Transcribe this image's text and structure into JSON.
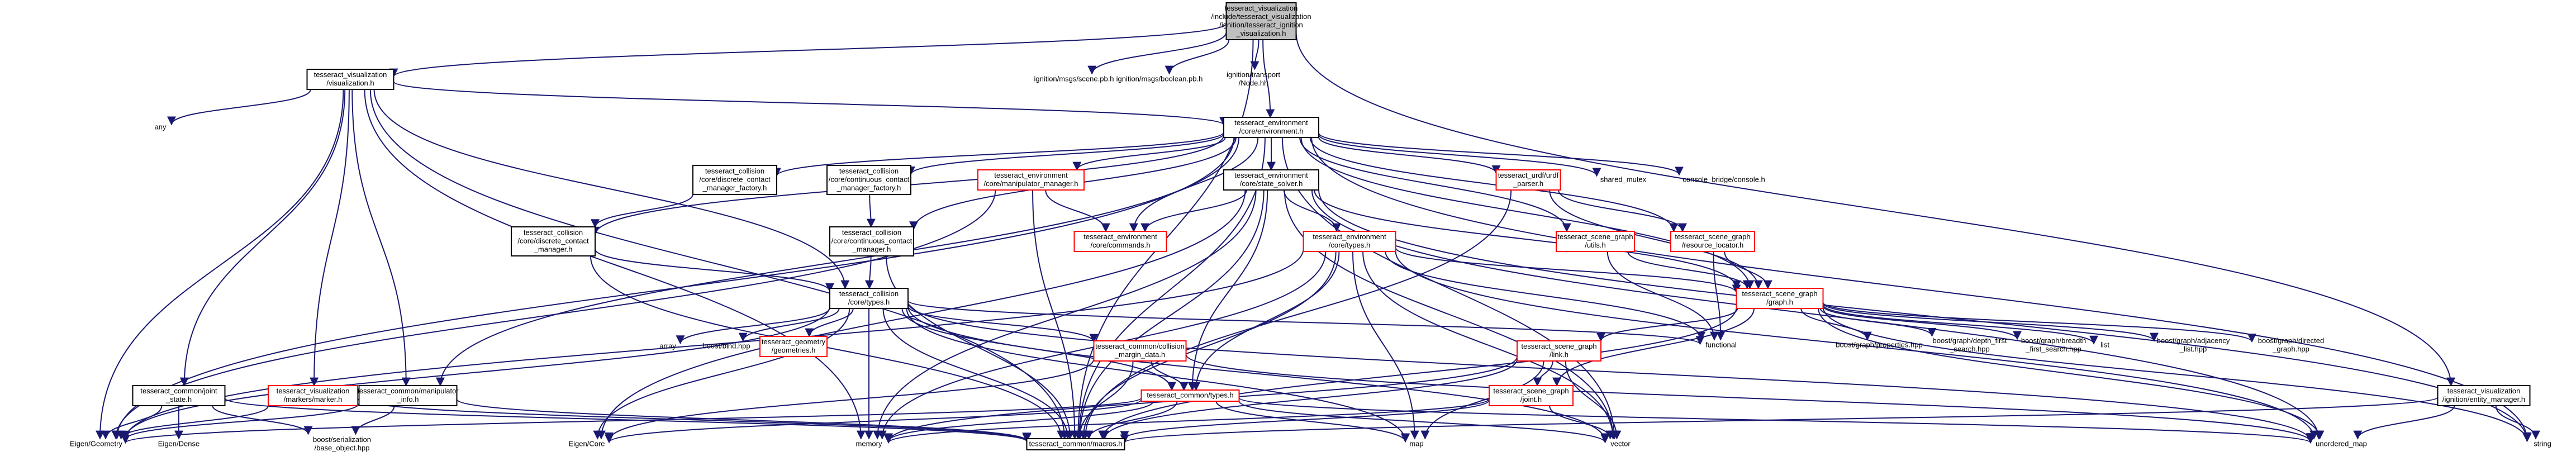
{
  "nodes": [
    {
      "id": "root",
      "lines": [
        "tesseract_visualization",
        "/include/tesseract_visualization",
        "/ignition/tesseract_ignition",
        "_visualization.h"
      ],
      "style": "root"
    },
    {
      "id": "viz",
      "lines": [
        "tesseract_visualization",
        "/visualization.h"
      ],
      "style": "black"
    },
    {
      "id": "scene_pb",
      "lines": [
        "ignition/msgs/scene.pb.h"
      ],
      "style": "none"
    },
    {
      "id": "bool_pb",
      "lines": [
        "ignition/msgs/boolean.pb.h"
      ],
      "style": "none"
    },
    {
      "id": "node_hh",
      "lines": [
        "ignition/transport",
        "/Node.hh"
      ],
      "style": "none"
    },
    {
      "id": "entity_mgr",
      "lines": [
        "tesseract_visualization",
        "/ignition/entity_manager.h"
      ],
      "style": "black"
    },
    {
      "id": "any",
      "lines": [
        "any"
      ],
      "style": "none"
    },
    {
      "id": "env",
      "lines": [
        "tesseract_environment",
        "/core/environment.h"
      ],
      "style": "black"
    },
    {
      "id": "coll_disc_factory",
      "lines": [
        "tesseract_collision",
        "/core/discrete_contact",
        "_manager_factory.h"
      ],
      "style": "black"
    },
    {
      "id": "coll_cont_factory",
      "lines": [
        "tesseract_collision",
        "/core/continuous_contact",
        "_manager_factory.h"
      ],
      "style": "black"
    },
    {
      "id": "manip_mgr",
      "lines": [
        "tesseract_environment",
        "/core/manipulator_manager.h"
      ],
      "style": "red"
    },
    {
      "id": "state_solver",
      "lines": [
        "tesseract_environment",
        "/core/state_solver.h"
      ],
      "style": "black"
    },
    {
      "id": "urdf_parser",
      "lines": [
        "tesseract_urdf/urdf",
        "_parser.h"
      ],
      "style": "red"
    },
    {
      "id": "shared_mutex",
      "lines": [
        "shared_mutex"
      ],
      "style": "none"
    },
    {
      "id": "console_bridge",
      "lines": [
        "console_bridge/console.h"
      ],
      "style": "none"
    },
    {
      "id": "coll_disc_mgr",
      "lines": [
        "tesseract_collision",
        "/core/discrete_contact",
        "_manager.h"
      ],
      "style": "black"
    },
    {
      "id": "coll_cont_mgr",
      "lines": [
        "tesseract_collision",
        "/core/continuous_contact",
        "_manager.h"
      ],
      "style": "black"
    },
    {
      "id": "commands",
      "lines": [
        "tesseract_environment",
        "/core/commands.h"
      ],
      "style": "red"
    },
    {
      "id": "env_types",
      "lines": [
        "tesseract_environment",
        "/core/types.h"
      ],
      "style": "red"
    },
    {
      "id": "sg_utils",
      "lines": [
        "tesseract_scene_graph",
        "/utils.h"
      ],
      "style": "red"
    },
    {
      "id": "sg_resource",
      "lines": [
        "tesseract_scene_graph",
        "/resource_locator.h"
      ],
      "style": "red"
    },
    {
      "id": "coll_types",
      "lines": [
        "tesseract_collision",
        "/core/types.h"
      ],
      "style": "black"
    },
    {
      "id": "sg_graph",
      "lines": [
        "tesseract_scene_graph",
        "/graph.h"
      ],
      "style": "red"
    },
    {
      "id": "array",
      "lines": [
        "array"
      ],
      "style": "none"
    },
    {
      "id": "boost_bind",
      "lines": [
        "boost/bind.hpp"
      ],
      "style": "none"
    },
    {
      "id": "geom",
      "lines": [
        "tesseract_geometry",
        "/geometries.h"
      ],
      "style": "red"
    },
    {
      "id": "margin",
      "lines": [
        "tesseract_common/collision",
        "_margin_data.h"
      ],
      "style": "red"
    },
    {
      "id": "functional",
      "lines": [
        "functional"
      ],
      "style": "none"
    },
    {
      "id": "bg_props",
      "lines": [
        "boost/graph/properties.hpp"
      ],
      "style": "none"
    },
    {
      "id": "bg_dfs",
      "lines": [
        "boost/graph/depth_first",
        "_search.hpp"
      ],
      "style": "none"
    },
    {
      "id": "bg_bfs",
      "lines": [
        "boost/graph/breadth",
        "_first_search.hpp"
      ],
      "style": "none"
    },
    {
      "id": "list",
      "lines": [
        "list"
      ],
      "style": "none"
    },
    {
      "id": "bg_adj",
      "lines": [
        "boost/graph/adjacency",
        "_list.hpp"
      ],
      "style": "none"
    },
    {
      "id": "bg_dir",
      "lines": [
        "boost/graph/directed",
        "_graph.hpp"
      ],
      "style": "none"
    },
    {
      "id": "sg_link",
      "lines": [
        "tesseract_scene_graph",
        "/link.h"
      ],
      "style": "red"
    },
    {
      "id": "sg_joint",
      "lines": [
        "tesseract_scene_graph",
        "/joint.h"
      ],
      "style": "red"
    },
    {
      "id": "common_types",
      "lines": [
        "tesseract_common/types.h"
      ],
      "style": "red"
    },
    {
      "id": "joint_state",
      "lines": [
        "tesseract_common/joint",
        "_state.h"
      ],
      "style": "black"
    },
    {
      "id": "markers",
      "lines": [
        "tesseract_visualization",
        "/markers/marker.h"
      ],
      "style": "red"
    },
    {
      "id": "manip_info",
      "lines": [
        "tesseract_common/manipulator",
        "_info.h"
      ],
      "style": "black"
    },
    {
      "id": "eigen_geom",
      "lines": [
        "Eigen/Geometry"
      ],
      "style": "none"
    },
    {
      "id": "eigen_dense",
      "lines": [
        "Eigen/Dense"
      ],
      "style": "none"
    },
    {
      "id": "boost_ser",
      "lines": [
        "boost/serialization",
        "/base_object.hpp"
      ],
      "style": "none"
    },
    {
      "id": "eigen_core",
      "lines": [
        "Eigen/Core"
      ],
      "style": "none"
    },
    {
      "id": "memory",
      "lines": [
        "memory"
      ],
      "style": "none"
    },
    {
      "id": "macros",
      "lines": [
        "tesseract_common/macros.h"
      ],
      "style": "black"
    },
    {
      "id": "map",
      "lines": [
        "map"
      ],
      "style": "none"
    },
    {
      "id": "vector",
      "lines": [
        "vector"
      ],
      "style": "none"
    },
    {
      "id": "unordered_map",
      "lines": [
        "unordered_map"
      ],
      "style": "none"
    },
    {
      "id": "string",
      "lines": [
        "string"
      ],
      "style": "none"
    }
  ],
  "edges": [
    [
      "root",
      "viz"
    ],
    [
      "root",
      "scene_pb"
    ],
    [
      "root",
      "bool_pb"
    ],
    [
      "root",
      "node_hh"
    ],
    [
      "root",
      "env"
    ],
    [
      "root",
      "entity_mgr"
    ],
    [
      "root",
      "macros"
    ],
    [
      "viz",
      "any"
    ],
    [
      "viz",
      "env"
    ],
    [
      "viz",
      "coll_types"
    ],
    [
      "viz",
      "joint_state"
    ],
    [
      "viz",
      "markers"
    ],
    [
      "viz",
      "manip_info"
    ],
    [
      "viz",
      "eigen_geom"
    ],
    [
      "viz",
      "memory"
    ],
    [
      "viz",
      "macros"
    ],
    [
      "entity_mgr",
      "unordered_map"
    ],
    [
      "entity_mgr",
      "string"
    ],
    [
      "entity_mgr",
      "macros"
    ],
    [
      "env",
      "coll_disc_factory"
    ],
    [
      "env",
      "coll_cont_factory"
    ],
    [
      "env",
      "manip_mgr"
    ],
    [
      "env",
      "state_solver"
    ],
    [
      "env",
      "urdf_parser"
    ],
    [
      "env",
      "shared_mutex"
    ],
    [
      "env",
      "console_bridge"
    ],
    [
      "env",
      "commands"
    ],
    [
      "env",
      "sg_graph"
    ],
    [
      "env",
      "sg_resource"
    ],
    [
      "env",
      "sg_utils"
    ],
    [
      "env",
      "coll_disc_mgr"
    ],
    [
      "env",
      "coll_cont_mgr"
    ],
    [
      "env",
      "manip_info"
    ],
    [
      "env",
      "macros"
    ],
    [
      "env",
      "vector"
    ],
    [
      "env",
      "string"
    ],
    [
      "env",
      "eigen_geom"
    ],
    [
      "coll_disc_factory",
      "coll_disc_mgr"
    ],
    [
      "coll_cont_factory",
      "coll_cont_mgr"
    ],
    [
      "manip_mgr",
      "commands"
    ],
    [
      "manip_mgr",
      "eigen_geom"
    ],
    [
      "manip_mgr",
      "macros"
    ],
    [
      "state_solver",
      "commands"
    ],
    [
      "state_solver",
      "env_types"
    ],
    [
      "state_solver",
      "sg_graph"
    ],
    [
      "state_solver",
      "common_types"
    ],
    [
      "state_solver",
      "macros"
    ],
    [
      "state_solver",
      "memory"
    ],
    [
      "state_solver",
      "eigen_core"
    ],
    [
      "state_solver",
      "unordered_map"
    ],
    [
      "state_solver",
      "vector"
    ],
    [
      "state_solver",
      "string"
    ],
    [
      "urdf_parser",
      "sg_graph"
    ],
    [
      "urdf_parser",
      "sg_resource"
    ],
    [
      "urdf_parser",
      "macros"
    ],
    [
      "coll_disc_mgr",
      "coll_types"
    ],
    [
      "coll_disc_mgr",
      "macros"
    ],
    [
      "coll_cont_mgr",
      "coll_types"
    ],
    [
      "coll_cont_mgr",
      "macros"
    ],
    [
      "env_types",
      "sg_graph"
    ],
    [
      "env_types",
      "common_types"
    ],
    [
      "env_types",
      "macros"
    ],
    [
      "env_types",
      "memory"
    ],
    [
      "env_types",
      "map"
    ],
    [
      "env_types",
      "vector"
    ],
    [
      "env_types",
      "functional"
    ],
    [
      "env_types",
      "unordered_map"
    ],
    [
      "env_types",
      "eigen_geom"
    ],
    [
      "sg_utils",
      "sg_graph"
    ],
    [
      "sg_utils",
      "functional"
    ],
    [
      "sg_resource",
      "sg_graph"
    ],
    [
      "sg_resource",
      "functional"
    ],
    [
      "coll_types",
      "array"
    ],
    [
      "coll_types",
      "boost_bind"
    ],
    [
      "coll_types",
      "geom"
    ],
    [
      "coll_types",
      "margin"
    ],
    [
      "coll_types",
      "common_types"
    ],
    [
      "coll_types",
      "functional"
    ],
    [
      "coll_types",
      "map"
    ],
    [
      "coll_types",
      "vector"
    ],
    [
      "coll_types",
      "unordered_map"
    ],
    [
      "coll_types",
      "memory"
    ],
    [
      "coll_types",
      "macros"
    ],
    [
      "coll_types",
      "eigen_core"
    ],
    [
      "coll_types",
      "eigen_geom"
    ],
    [
      "margin",
      "common_types"
    ],
    [
      "margin",
      "macros"
    ],
    [
      "margin",
      "eigen_core"
    ],
    [
      "margin",
      "unordered_map"
    ],
    [
      "sg_graph",
      "bg_props"
    ],
    [
      "sg_graph",
      "bg_dfs"
    ],
    [
      "sg_graph",
      "bg_bfs"
    ],
    [
      "sg_graph",
      "list"
    ],
    [
      "sg_graph",
      "bg_adj"
    ],
    [
      "sg_graph",
      "bg_dir"
    ],
    [
      "sg_graph",
      "sg_link"
    ],
    [
      "sg_graph",
      "sg_joint"
    ],
    [
      "sg_graph",
      "macros"
    ],
    [
      "sg_graph",
      "string"
    ],
    [
      "sg_graph",
      "unordered_map"
    ],
    [
      "sg_link",
      "sg_joint"
    ],
    [
      "sg_link",
      "macros"
    ],
    [
      "sg_link",
      "vector"
    ],
    [
      "sg_link",
      "memory"
    ],
    [
      "sg_link",
      "map"
    ],
    [
      "sg_joint",
      "macros"
    ],
    [
      "sg_joint",
      "memory"
    ],
    [
      "sg_joint",
      "vector"
    ],
    [
      "common_types",
      "eigen_geom"
    ],
    [
      "common_types",
      "eigen_core"
    ],
    [
      "common_types",
      "memory"
    ],
    [
      "common_types",
      "macros"
    ],
    [
      "common_types",
      "vector"
    ],
    [
      "common_types",
      "unordered_map"
    ],
    [
      "common_types",
      "map"
    ],
    [
      "joint_state",
      "eigen_geom"
    ],
    [
      "joint_state",
      "eigen_dense"
    ],
    [
      "joint_state",
      "boost_ser"
    ],
    [
      "joint_state",
      "macros"
    ],
    [
      "markers",
      "eigen_geom"
    ],
    [
      "markers",
      "macros"
    ],
    [
      "manip_info",
      "boost_ser"
    ],
    [
      "manip_info",
      "eigen_geom"
    ],
    [
      "manip_info",
      "macros"
    ]
  ]
}
